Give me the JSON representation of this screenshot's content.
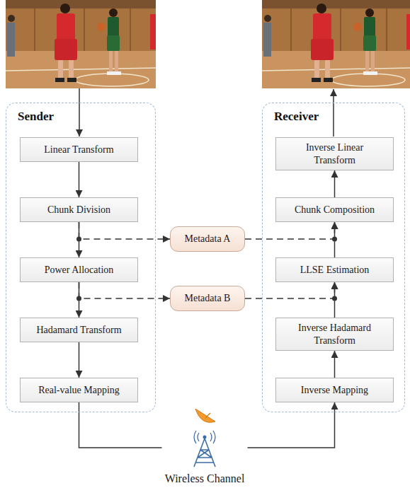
{
  "diagram": {
    "nodes": [
      {
        "text": [
          "Sender"
        ]
      },
      {
        "text": [
          "Linear Transform"
        ],
        "in": 0
      },
      {
        "text": [
          "Chunk Division"
        ],
        "in": 0
      },
      {
        "text": [
          "Power Allocation"
        ],
        "in": 0
      },
      {
        "text": [
          "Hadamard Transform"
        ],
        "in": 0
      },
      {
        "text": [
          "Real-value Mapping"
        ],
        "in": 0
      },
      {
        "text": [
          "Receiver"
        ]
      },
      {
        "text": [
          "Inverse Linear Transform"
        ],
        "in": 6
      },
      {
        "text": [
          "Chunk Composition"
        ],
        "in": 6
      },
      {
        "text": [
          "LLSE Estimation"
        ],
        "in": 6
      },
      {
        "text": [
          "Inverse Hadamard Transform"
        ],
        "in": 6
      },
      {
        "text": [
          "Inverse Mapping"
        ],
        "in": 6
      },
      {
        "text": [
          "Metadata A"
        ]
      },
      {
        "text": [
          "Metadata B"
        ]
      },
      {
        "text": [
          "Wireless Channel"
        ]
      }
    ],
    "edges": [
      {
        "from": 1,
        "to": 2,
        "arrow": "to"
      },
      {
        "from": 2,
        "to": 3,
        "arrow": "to"
      },
      {
        "from": 3,
        "to": 4,
        "arrow": "to"
      },
      {
        "from": 4,
        "to": 5,
        "arrow": "to"
      },
      {
        "from": 5,
        "to": 14,
        "arrow": "none"
      },
      {
        "from": 14,
        "to": 11,
        "arrow": "to"
      },
      {
        "from": 11,
        "to": 10,
        "arrow": "to"
      },
      {
        "from": 10,
        "to": 9,
        "arrow": "to"
      },
      {
        "from": 9,
        "to": 8,
        "arrow": "to"
      },
      {
        "from": 8,
        "to": 7,
        "arrow": "to"
      },
      {
        "from": 2,
        "to": 12,
        "arrow": "to"
      },
      {
        "from": 12,
        "to": 8,
        "arrow": "to"
      },
      {
        "from": 3,
        "to": 13,
        "arrow": "to"
      },
      {
        "from": 13,
        "to": 9,
        "arrow": "to"
      }
    ]
  }
}
